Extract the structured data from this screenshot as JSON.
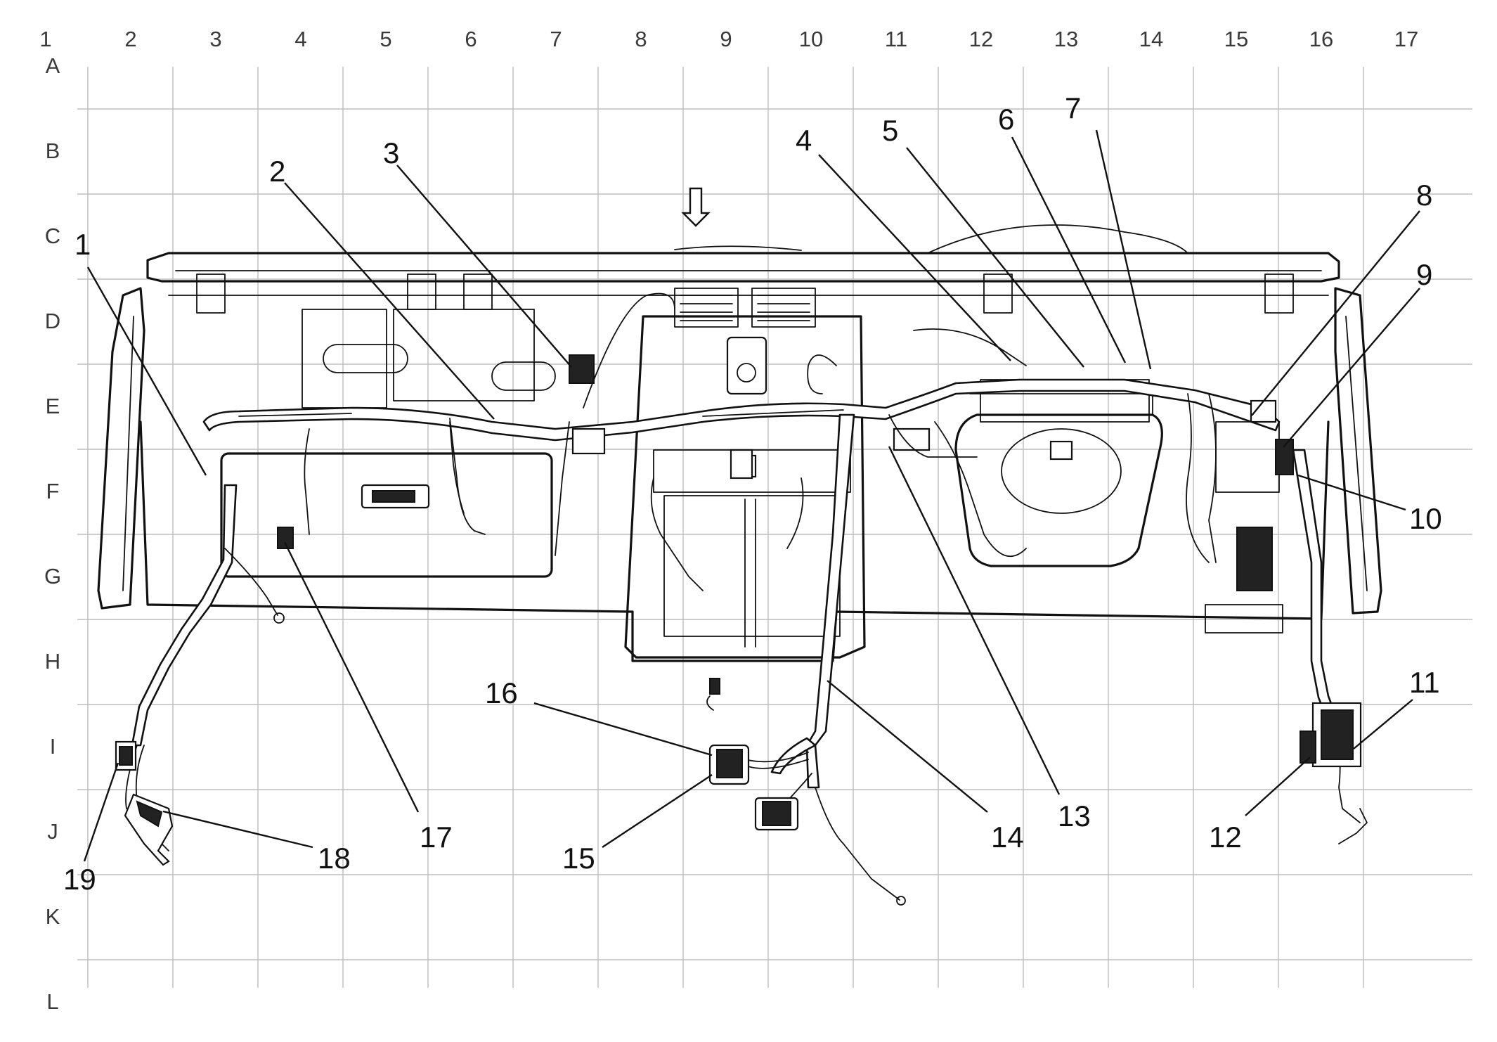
{
  "grid": {
    "columns": [
      "1",
      "2",
      "3",
      "4",
      "5",
      "6",
      "7",
      "8",
      "9",
      "10",
      "11",
      "12",
      "13",
      "14",
      "15",
      "16",
      "17"
    ],
    "rows": [
      "A",
      "B",
      "C",
      "D",
      "E",
      "F",
      "G",
      "H",
      "I",
      "J",
      "K",
      "L"
    ]
  },
  "callouts": [
    {
      "label": "1"
    },
    {
      "label": "2"
    },
    {
      "label": "3"
    },
    {
      "label": "4"
    },
    {
      "label": "5"
    },
    {
      "label": "6"
    },
    {
      "label": "7"
    },
    {
      "label": "8"
    },
    {
      "label": "9"
    },
    {
      "label": "10"
    },
    {
      "label": "11"
    },
    {
      "label": "12"
    },
    {
      "label": "13"
    },
    {
      "label": "14"
    },
    {
      "label": "15"
    },
    {
      "label": "16"
    },
    {
      "label": "17"
    },
    {
      "label": "18"
    },
    {
      "label": "19"
    }
  ],
  "colors": {
    "line": "#111111",
    "grid": "#bdbdbd",
    "background": "#ffffff"
  }
}
